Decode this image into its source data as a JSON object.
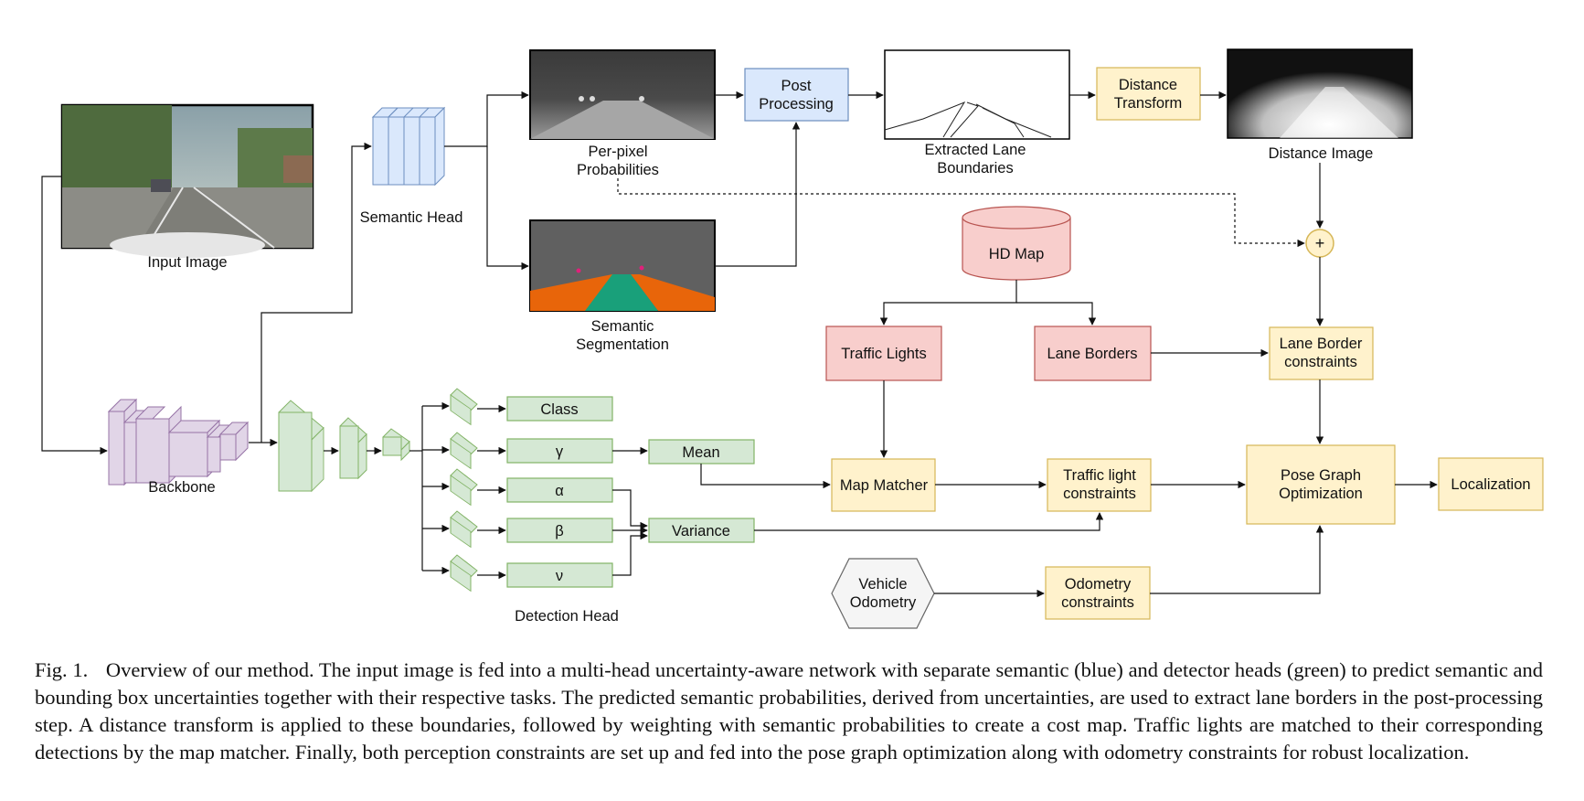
{
  "labels": {
    "input_image": "Input Image",
    "semantic_head": "Semantic Head",
    "per_pixel": [
      "Per-pixel",
      "Probabilities"
    ],
    "semantic_seg": [
      "Semantic",
      "Segmentation"
    ],
    "post_processing": [
      "Post",
      "Processing"
    ],
    "extracted_lane": [
      "Extracted Lane",
      "Boundaries"
    ],
    "distance_transform": [
      "Distance",
      "Transform"
    ],
    "distance_image": "Distance Image",
    "plus": "+",
    "hd_map": "HD Map",
    "traffic_lights": "Traffic Lights",
    "lane_borders": "Lane Borders",
    "lane_border_constraints": [
      "Lane Border",
      "constraints"
    ],
    "backbone": "Backbone",
    "class": "Class",
    "gamma": "γ",
    "alpha": "α",
    "beta": "β",
    "nu": "ν",
    "mean": "Mean",
    "variance": "Variance",
    "detection_head": "Detection Head",
    "map_matcher": "Map Matcher",
    "traffic_light_constraints": [
      "Traffic light",
      "constraints"
    ],
    "pose_graph": [
      "Pose Graph",
      "Optimization"
    ],
    "localization": "Localization",
    "vehicle_odometry": [
      "Vehicle",
      "Odometry"
    ],
    "odometry_constraints": [
      "Odometry",
      "constraints"
    ]
  },
  "colors": {
    "semantic_blue": "#dae8fc",
    "detector_green": "#d5e8d4",
    "backbone_purple": "#e1d5e7",
    "hdmap_red": "#f8cecc",
    "constraint_yellow": "#fff2cc",
    "odometry_gray": "#f5f5f5"
  },
  "caption": {
    "fig": "Fig. 1.",
    "text": "Overview of our method. The input image is fed into a multi-head uncertainty-aware network with separate semantic (blue) and detector heads (green) to predict semantic and bounding box uncertainties together with their respective tasks. The predicted semantic probabilities, derived from uncertainties, are used to extract lane borders in the post-processing step. A distance transform is applied to these boundaries, followed by weighting with semantic probabilities to create a cost map. Traffic lights are matched to their corresponding detections by the map matcher. Finally, both perception constraints are set up and fed into the pose graph optimization along with odometry constraints for robust localization."
  }
}
